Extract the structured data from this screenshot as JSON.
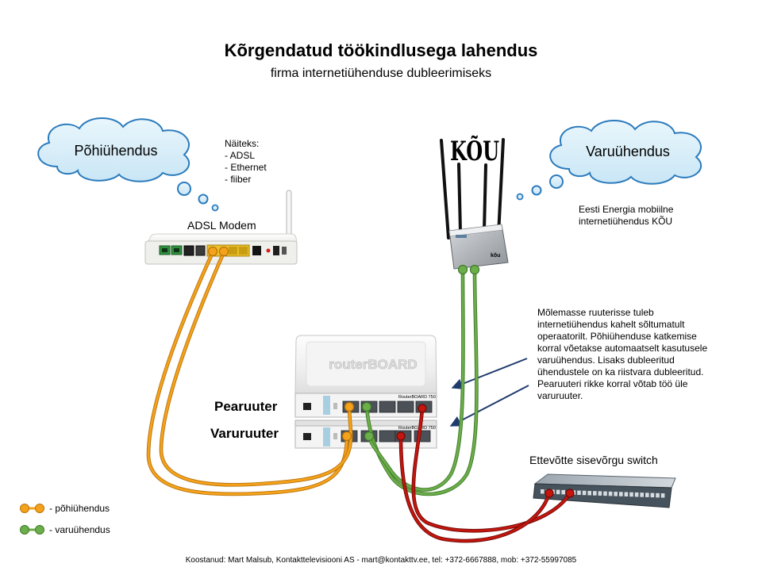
{
  "title": "Kõrgendatud töökindlusega lahendus",
  "subtitle": "firma internetiühenduse dubleerimiseks",
  "primary_cloud": {
    "label": "Põhiühendus"
  },
  "examples": {
    "heading": "Näiteks:",
    "items": [
      "- ADSL",
      "- Ethernet",
      "- fiiber"
    ]
  },
  "modem": {
    "label": "ADSL Modem"
  },
  "backup_cloud": {
    "label": "Varuühendus"
  },
  "kou": {
    "logo": "KÕU",
    "device_badge": "kõu",
    "description": [
      "Eesti Energia mobiilne",
      "internetiühendus KÕU"
    ]
  },
  "note": {
    "lines": [
      "Mõlemasse ruuterisse tuleb",
      "internetiühendus kahelt sõltumatult",
      "operaatorilt. Põhiühenduse katkemise",
      "korral võetakse automaatselt kasutusele",
      "varuühendus. Lisaks dubleeritud",
      "ühendustele on ka riistvara dubleeritud.",
      "Pearuuteri rikke korral võtab töö üle",
      "varuruuter."
    ]
  },
  "routers": {
    "top_brand": "routerBOARD",
    "model": "RouterBOARD 750",
    "main_label": "Pearuuter",
    "backup_label": "Varuruuter"
  },
  "switch": {
    "label": "Ettevõtte sisevõrgu switch"
  },
  "colors": {
    "primary_cable": "#f5a21b",
    "backup_cable": "#6cae4a",
    "lan_cable": "#c4160f",
    "cloud_outline": "#2b7bbd",
    "arrow": "#1f3b6e"
  },
  "legend": [
    {
      "label": "- põhiühendus"
    },
    {
      "label": "- varuühendus"
    }
  ],
  "footer": "Koostanud: Mart Malsub, Kontakttelevisiooni AS - mart@kontakttv.ee, tel: +372-6667888, mob: +372-55997085"
}
